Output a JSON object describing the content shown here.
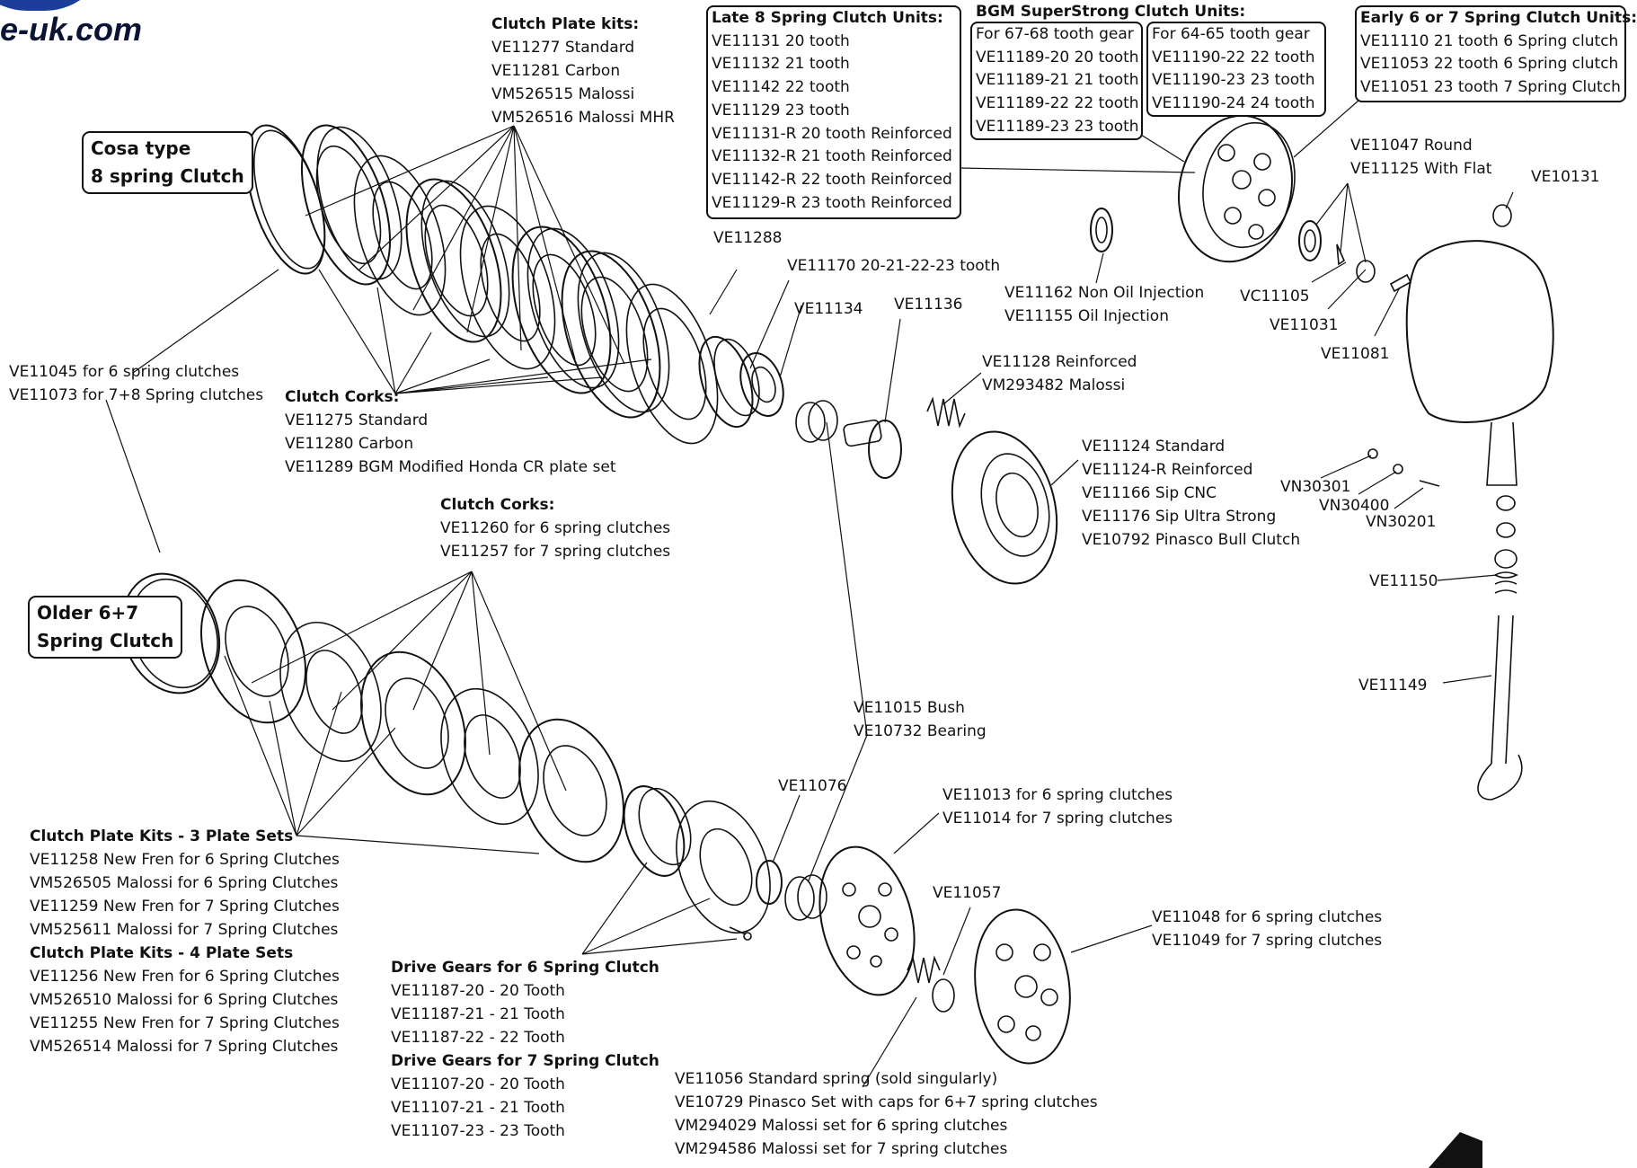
{
  "logo": {
    "site": "e-uk.com"
  },
  "titles": {
    "cosa": [
      "Cosa type",
      "8 spring Clutch"
    ],
    "older": [
      "Older 6+7",
      "Spring Clutch"
    ]
  },
  "groups": {
    "plate_kits_top": {
      "heading": "Clutch Plate kits:",
      "lines": [
        "VE11277 Standard",
        "VE11281 Carbon",
        "VM526515 Malossi",
        "VM526516 Malossi MHR"
      ]
    },
    "late8": {
      "heading": "Late 8 Spring Clutch Units:",
      "lines": [
        "VE11131 20 tooth",
        "VE11132 21 tooth",
        "VE11142 22 tooth",
        "VE11129 23 tooth",
        "VE11131-R 20 tooth Reinforced",
        "VE11132-R 21 tooth Reinforced",
        "VE11142-R 22 tooth Reinforced",
        "VE11129-R 23 tooth Reinforced"
      ]
    },
    "bgm": {
      "heading": "BGM SuperStrong Clutch Units:",
      "left": [
        "For 67-68 tooth gear",
        "VE11189-20 20 tooth",
        "VE11189-21 21 tooth",
        "VE11189-22 22 tooth",
        "VE11189-23 23 tooth"
      ],
      "right": [
        "For 64-65 tooth gear",
        "VE11190-22 22 tooth",
        "VE11190-23 23 tooth",
        "VE11190-24 24 tooth"
      ]
    },
    "early": {
      "heading": "Early 6 or 7 Spring Clutch Units:",
      "lines": [
        "VE11110 21 tooth 6 Spring clutch",
        "VE11053 22 tooth 6 Spring clutch",
        "VE11051 23 tooth 7 Spring Clutch"
      ]
    },
    "corks_top": {
      "heading": "Clutch Corks:",
      "lines": [
        "VE11275 Standard",
        "VE11280 Carbon",
        "VE11289 BGM Modified Honda CR plate set"
      ]
    },
    "circlip": {
      "lines": [
        "VE11045 for 6 spring clutches",
        "VE11073 for 7+8 Spring clutches"
      ]
    },
    "corks_mid": {
      "heading": "Clutch Corks:",
      "lines": [
        "VE11260 for 6 spring clutches",
        "VE11257 for 7 spring clutches"
      ]
    },
    "plate_kits_bottom": {
      "heading3": "Clutch Plate Kits - 3 Plate Sets",
      "lines3": [
        "VE11258 New Fren for 6 Spring Clutches",
        "VM526505 Malossi for 6 Spring Clutches",
        "VE11259 New Fren for 7 Spring Clutches",
        "VM525611 Malossi for 7 Spring Clutches"
      ],
      "heading4": "Clutch Plate Kits - 4 Plate Sets",
      "lines4": [
        "VE11256 New Fren for 6 Spring Clutches",
        "VM526510 Malossi for 6 Spring Clutches",
        "VE11255 New Fren for 7 Spring Clutches",
        "VM526514 Malossi for 7 Spring Clutches"
      ]
    },
    "drive_gears": {
      "heading6": "Drive Gears for 6 Spring Clutch",
      "lines6": [
        "VE11187-20 - 20 Tooth",
        "VE11187-21 - 21 Tooth",
        "VE11187-22 - 22 Tooth"
      ],
      "heading7": "Drive Gears for 7 Spring Clutch",
      "lines7": [
        "VE11107-20 - 20 Tooth",
        "VE11107-21 - 21 Tooth",
        "VE11107-23 - 23 Tooth"
      ]
    },
    "springs": {
      "lines": [
        "VE11056 Standard spring (sold singularly)",
        "VE10729 Pinasco Set with caps for 6+7 spring clutches",
        "VM294029 Malossi set for 6 spring clutches",
        "VM294586 Malossi set for 7 spring clutches"
      ]
    },
    "covers": {
      "lines": [
        "VE11124 Standard",
        "VE11124-R Reinforced",
        "VE11166 Sip CNC",
        "VE11176 Sip Ultra Strong",
        "VE10792 Pinasco Bull Clutch"
      ]
    },
    "pushrod": {
      "lines": [
        "VE11047 Round",
        "VE11125 With Flat"
      ]
    },
    "oilseal": {
      "lines": [
        "VE11162 Non Oil Injection",
        "VE11155 Oil Injection"
      ]
    },
    "spring_top": {
      "lines": [
        "VE11128 Reinforced",
        "VM293482 Malossi"
      ]
    },
    "bush": {
      "lines": [
        "VE11015 Bush",
        "VE10732 Bearing"
      ]
    },
    "spring_cups": {
      "lines": [
        "VE11013 for 6 spring clutches",
        "VE11014 for 7 spring clutches"
      ]
    },
    "clutch_covers_bottom": {
      "lines": [
        "VE11048 for 6 spring clutches",
        "VE11049 for 7 spring clutches"
      ]
    }
  },
  "labels": {
    "ve11288": "VE11288",
    "ve11170": "VE11170 20-21-22-23 tooth",
    "ve11134": "VE11134",
    "ve11136": "VE11136",
    "vc11105": "VC11105",
    "ve11031": "VE11031",
    "ve11081": "VE11081",
    "ve10131": "VE10131",
    "vn30301": "VN30301",
    "vn30400": "VN30400",
    "vn30201": "VN30201",
    "ve11150": "VE11150",
    "ve11149": "VE11149",
    "ve11076": "VE11076",
    "ve11057": "VE11057"
  }
}
